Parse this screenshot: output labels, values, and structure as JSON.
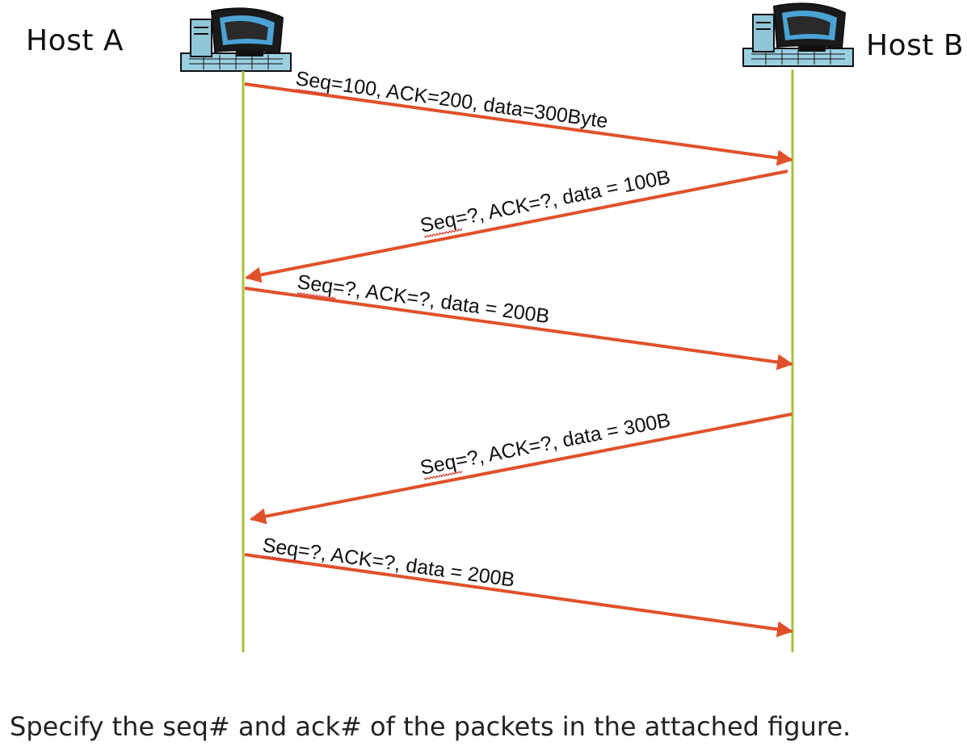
{
  "hosts": {
    "a": {
      "label": "Host A",
      "icon": "computer-icon"
    },
    "b": {
      "label": "Host B",
      "icon": "computer-icon"
    }
  },
  "colors": {
    "timeline": "#a8c23a",
    "arrow": "#e0512a",
    "text": "#111111"
  },
  "messages": [
    {
      "label": "Seq=100, ACK=200, data=300Byte",
      "from": "Host A",
      "to": "Host B"
    },
    {
      "label": "Seq=?, ACK=?, data = 100B",
      "from": "Host B",
      "to": "Host A"
    },
    {
      "label": "Seq=?, ACK=?, data = 200B",
      "from": "Host A",
      "to": "Host B"
    },
    {
      "label": "Seq=?, ACK=?, data = 300B",
      "from": "Host B",
      "to": "Host A"
    },
    {
      "label": "Seq=?, ACK=?, data = 200B",
      "from": "Host A",
      "to": "Host B"
    }
  ],
  "question": "Specify the seq# and ack# of the packets in the attached figure."
}
